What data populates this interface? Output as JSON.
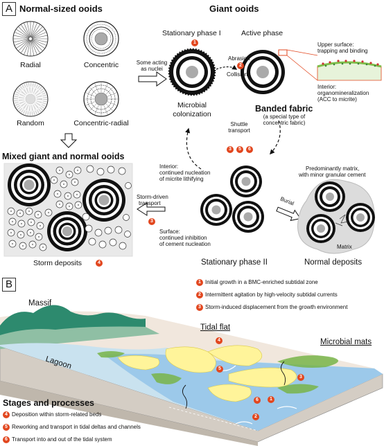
{
  "panelA": {
    "tag": "A",
    "normal_title": "Normal-sized ooids",
    "giant_title": "Giant ooids",
    "ooid_types": [
      "Radial",
      "Concentric",
      "Random",
      "Concentric-radial"
    ],
    "mixed_title": "Mixed giant and normal ooids",
    "storm_deposits": "Storm deposits",
    "stationary1": "Stationary phase I",
    "active": "Active phase",
    "some_acting_1": "Some acting",
    "some_acting_2": "as nuclei",
    "abrasion": "Abrasion",
    "collision": "Collision",
    "microbial_1": "Microbial",
    "microbial_2": "colonization",
    "upper_surface_1": "Upper surface:",
    "upper_surface_2": "trapping and binding",
    "interior_1": "Interior:",
    "interior_2": "organomineralization",
    "interior_3": "(ACC to micrite)",
    "banded": "Banded fabric",
    "banded_sub1": "(a special type of",
    "banded_sub2": "concentric fabric)",
    "shuttle_1": "Shuttle",
    "shuttle_2": "transport",
    "interior2_1": "Interior:",
    "interior2_2": "continued nucleation",
    "interior2_3": "of micrite lithifying",
    "storm_driven_1": "Storm-driven",
    "storm_driven_2": "transport",
    "surface_1": "Surface:",
    "surface_2": "continued inhibition",
    "surface_3": "of cement nucleation",
    "stationary2": "Stationary phase II",
    "predom_1": "Predominantly matrix,",
    "predom_2": "with minor granular cement",
    "burial": "Burial",
    "matrix": "Matrix",
    "normal_deposits": "Normal deposits",
    "badges": {
      "b1": "1",
      "b2": "2",
      "b3": "3",
      "b4": "4",
      "b5": "5",
      "b6": "6"
    }
  },
  "panelB": {
    "tag": "B",
    "massif": "Massif",
    "tidal_flat": "Tidal flat",
    "microbial_mats": "Microbial mats",
    "lagoon": "Lagoon",
    "legend_top": [
      {
        "num": "1",
        "text": "Initial growth in a BMC-enriched subtidal zone"
      },
      {
        "num": "2",
        "text": "Intermittent agitation by high-velocity subtidal currents"
      },
      {
        "num": "3",
        "text": "Storm-induced displacement from the growth environment"
      }
    ],
    "stages_title": "Stages and processes",
    "legend_bottom": [
      {
        "num": "4",
        "text": "Deposition within storm-related beds"
      },
      {
        "num": "5",
        "text": "Reworking and transport in tidal deltas and channels"
      },
      {
        "num": "6",
        "text": "Transport into and out of the tidal system"
      }
    ],
    "map_badges": [
      "4",
      "5",
      "3",
      "6",
      "1",
      "2"
    ]
  },
  "colors": {
    "accent": "#e2471f",
    "water": "#9cc9ea",
    "shoal": "#fff49a",
    "mat": "#79b54a",
    "land": "#2d8a6e"
  }
}
